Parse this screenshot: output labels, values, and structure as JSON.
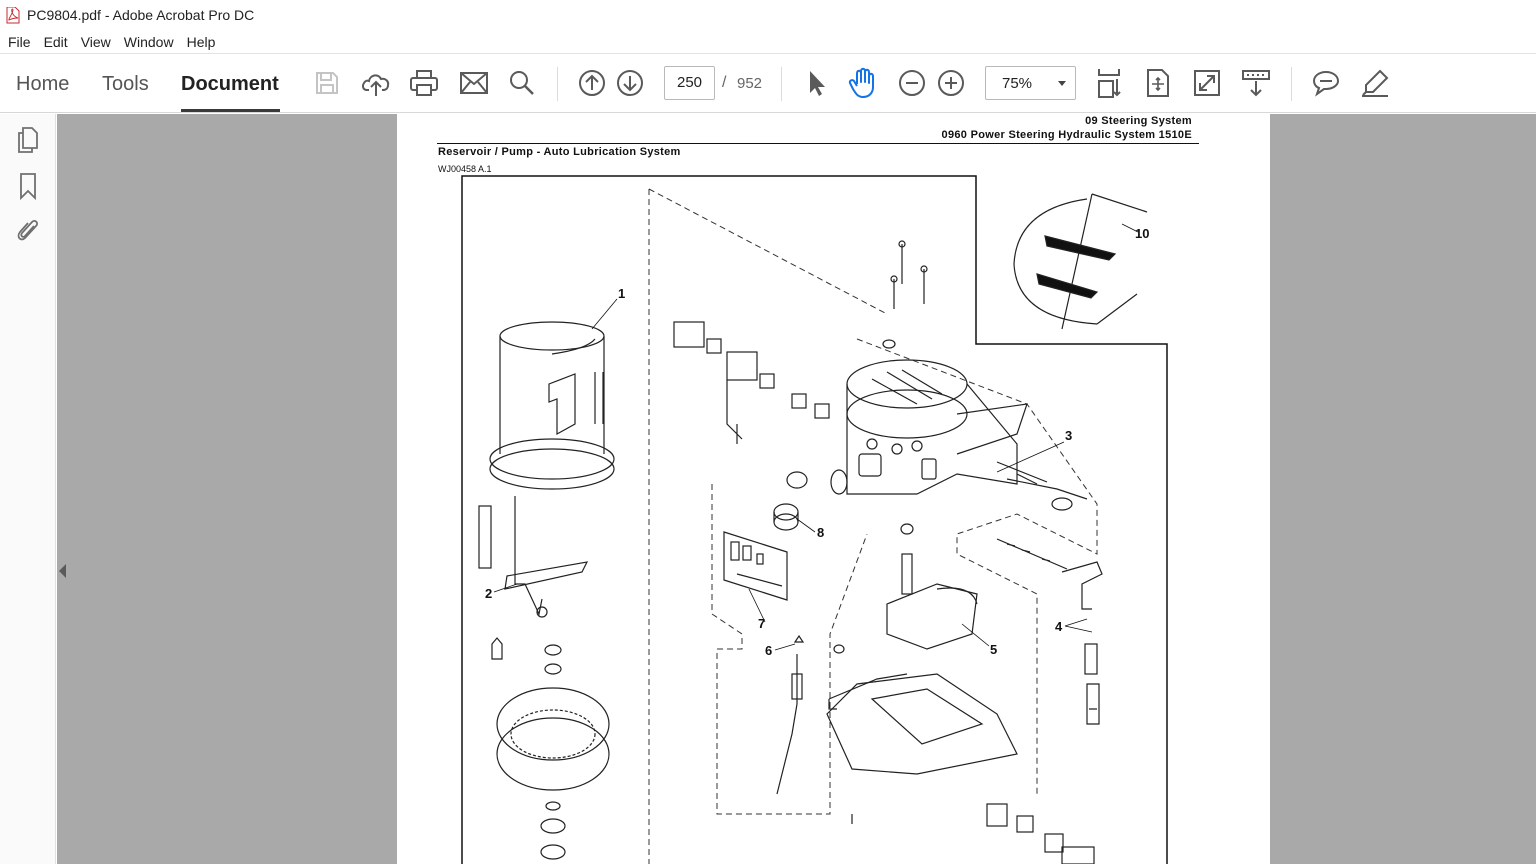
{
  "window": {
    "title": "PC9804.pdf - Adobe Acrobat Pro DC"
  },
  "menu": [
    "File",
    "Edit",
    "View",
    "Window",
    "Help"
  ],
  "tabs": {
    "home": "Home",
    "tools": "Tools",
    "document": "Document",
    "active": "Document"
  },
  "navigation": {
    "current_page": "250",
    "separator": "/",
    "total_pages": "952"
  },
  "zoom": {
    "value": "75%"
  },
  "toolbar_icons": [
    "save-icon",
    "upload-icon",
    "print-icon",
    "email-icon",
    "search-icon",
    "page-up-icon",
    "page-down-icon",
    "select-arrow-icon",
    "hand-icon",
    "zoom-out-icon",
    "zoom-in-icon",
    "scrolling-mode-icon",
    "fit-page-icon",
    "full-screen-icon",
    "read-mode-icon",
    "comment-icon",
    "highlight-icon"
  ],
  "side_panel_icons": [
    "pages-icon",
    "bookmark-icon",
    "attachment-icon"
  ],
  "document": {
    "header_line1": "09 Steering System",
    "header_line2": "0960 Power Steering Hydraulic System 1510E",
    "section_title": "Reservoir / Pump - Auto Lubrication System",
    "figure_id": "WJ00458 A.1",
    "callouts": [
      "1",
      "2",
      "3",
      "4",
      "5",
      "6",
      "7",
      "8",
      "10"
    ]
  },
  "colors": {
    "toolbar_icon": "#5a5a5a",
    "hand_active": "#1473e6",
    "viewport_bg": "#a9a9a9"
  }
}
